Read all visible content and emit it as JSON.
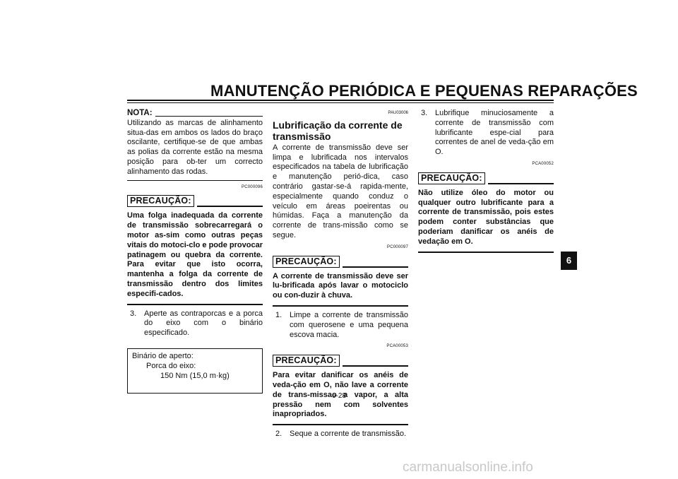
{
  "header": {
    "title": "MANUTENÇÃO PERIÓDICA E PEQUENAS REPARAÇÕES"
  },
  "col1": {
    "nota_label": "NOTA:",
    "nota_text": "Utilizando as marcas de alinhamento situa-das em ambos os lados do braço oscilante, certifique-se de que ambas as polias da corrente estão na mesma posição para ob-ter um correcto alinhamento das rodas.",
    "code1": "PC000096",
    "caution_label": "PRECAUÇÃO:",
    "caution_text": "Uma folga inadequada da corrente de transmissão sobrecarregará o motor as-sim como outras peças vitais do motoci-clo e pode provocar patinagem ou quebra da corrente. Para evitar que isto ocorra, mantenha a folga da corrente de transmissão dentro dos limites especifi-cados.",
    "step_num": "3.",
    "step_text": "Aperte as contraporcas e a porca do eixo com o binário especificado.",
    "spec_l1": "Binário de aperto:",
    "spec_l2": "Porca do eixo:",
    "spec_l3": "150 Nm (15,0 m·kg)"
  },
  "col2": {
    "code_top": "PAU03006",
    "section_title": "Lubrificação da corrente de transmissão",
    "intro": "A corrente de transmissão deve ser limpa e lubrificada nos intervalos especificados na tabela de lubrificação e manutenção perió-dica, caso contrário gastar-se-á rapida-mente, especialmente quando conduz o veículo em áreas poeirentas ou húmidas. Faça a manutenção da corrente de trans-missão como se segue.",
    "code2": "PC000097",
    "caution1_label": "PRECAUÇÃO:",
    "caution1_text": "A corrente de transmissão deve ser lu-brificada após lavar o motociclo ou con-duzir à chuva.",
    "step1_num": "1.",
    "step1_text": "Limpe a corrente de transmissão com querosene e uma pequena escova macia.",
    "code3": "PCA00053",
    "caution2_label": "PRECAUÇÃO:",
    "caution2_text": "Para evitar danificar os anéis de veda-ção em O, não lave a corrente de trans-missao a vapor, a alta pressão nem com solventes inapropriados.",
    "step2_num": "2.",
    "step2_text": "Seque a corrente de transmissão."
  },
  "col3": {
    "step3_num": "3.",
    "step3_text": "Lubrifique minuciosamente a corrente de transmissão com lubrificante espe-cial para correntes de anel de veda-ção em O.",
    "code4": "PCA00052",
    "caution_label": "PRECAUÇÃO:",
    "caution_text": "Não utilize óleo do motor ou qualquer outro lubrificante para a corrente de transmissão, pois estes podem conter substâncias que poderiam danificar os anéis de vedação em O."
  },
  "page_number": "6-28",
  "chapter_tab": "6",
  "watermark": "carmanualsonline.info"
}
